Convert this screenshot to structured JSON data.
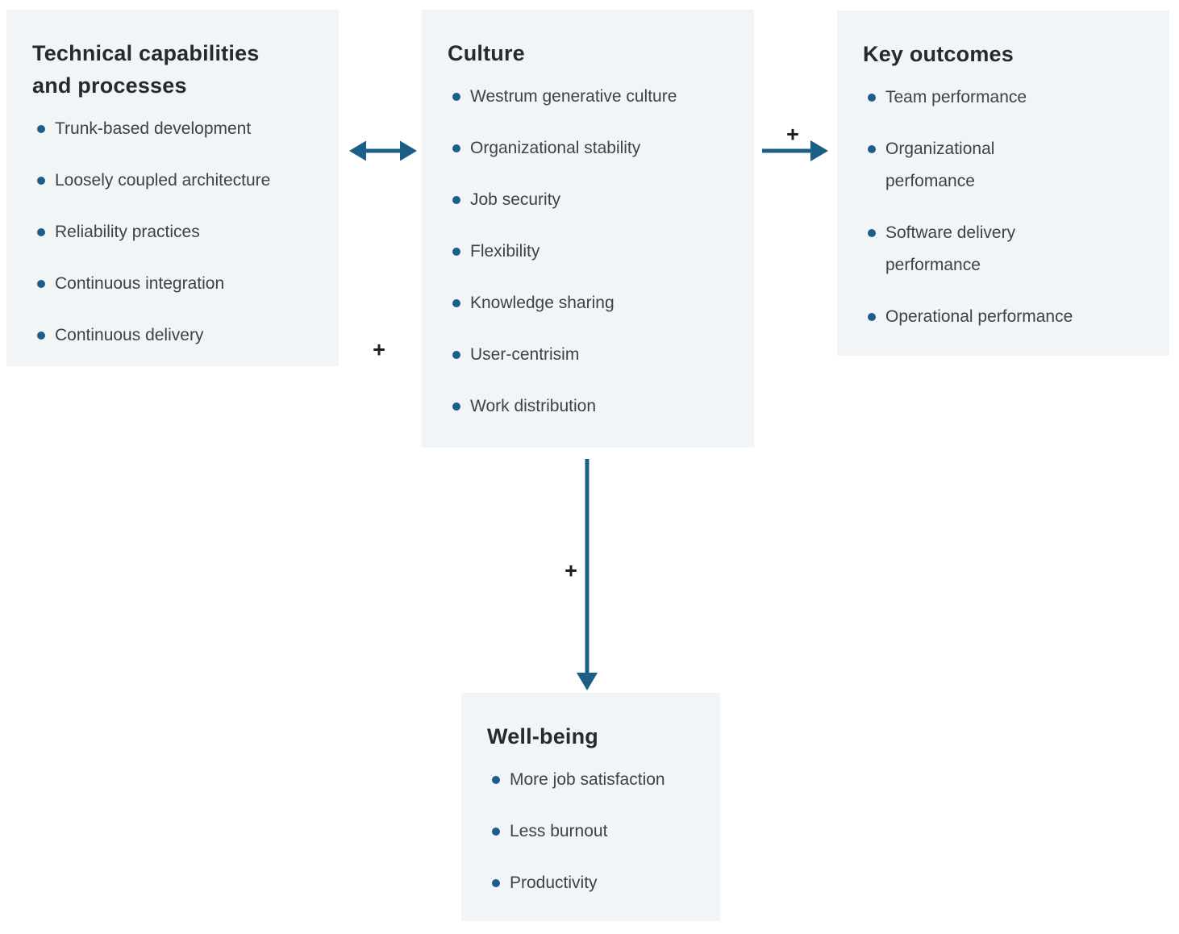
{
  "colors": {
    "box_bg": "#f1f5f8",
    "accent": "#1b5e87",
    "heading": "#26292d",
    "body": "#3e4246",
    "plus": "#1c1f22"
  },
  "boxes": {
    "technical": {
      "title": "Technical capabilities\nand processes",
      "items": [
        "Trunk-based development",
        "Loosely coupled architecture",
        "Reliability practices",
        "Continuous integration",
        "Continuous delivery"
      ]
    },
    "culture": {
      "title": "Culture",
      "items": [
        "Westrum generative culture",
        "Organizational stability",
        "Job security",
        "Flexibility",
        "Knowledge sharing",
        "User-centrisim",
        "Work distribution"
      ]
    },
    "outcomes": {
      "title": "Key outcomes",
      "items": [
        "Team performance",
        "Organizational\nperfomance",
        "Software delivery\nperformance",
        "Operational performance"
      ]
    },
    "wellbeing": {
      "title": "Well-being",
      "items": [
        "More job satisfaction",
        "Less burnout",
        "Productivity"
      ]
    }
  },
  "connectors": {
    "technical_culture": {
      "type": "bidirectional-arrow",
      "label": "+"
    },
    "culture_outcomes": {
      "type": "arrow-right",
      "label": "+"
    },
    "culture_wellbeing": {
      "type": "arrow-down",
      "label": "+"
    }
  }
}
